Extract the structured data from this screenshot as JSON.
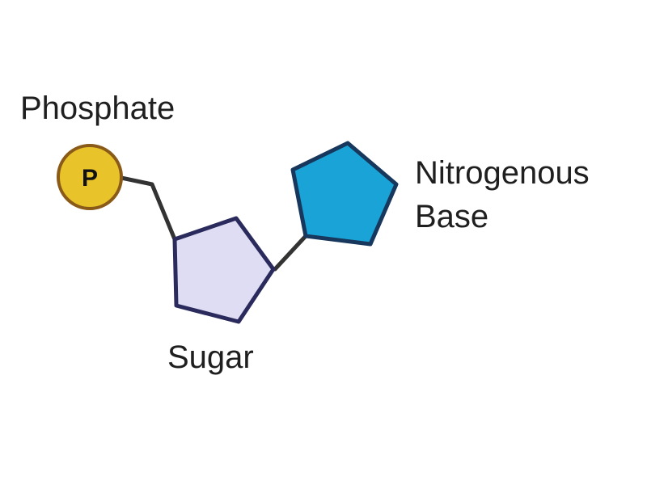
{
  "labels": {
    "phosphate": "Phosphate",
    "phosphate_symbol": "P",
    "sugar": "Sugar",
    "base_line1": "Nitrogenous",
    "base_line2": "Base"
  },
  "colors": {
    "phosphate_fill": "#e8c32a",
    "phosphate_stroke": "#8a5a18",
    "sugar_fill": "#deddf3",
    "sugar_stroke": "#2a2a5c",
    "base_fill": "#1aa3d6",
    "base_stroke": "#17375c",
    "bond": "#333333",
    "text": "#1f1f1f"
  }
}
